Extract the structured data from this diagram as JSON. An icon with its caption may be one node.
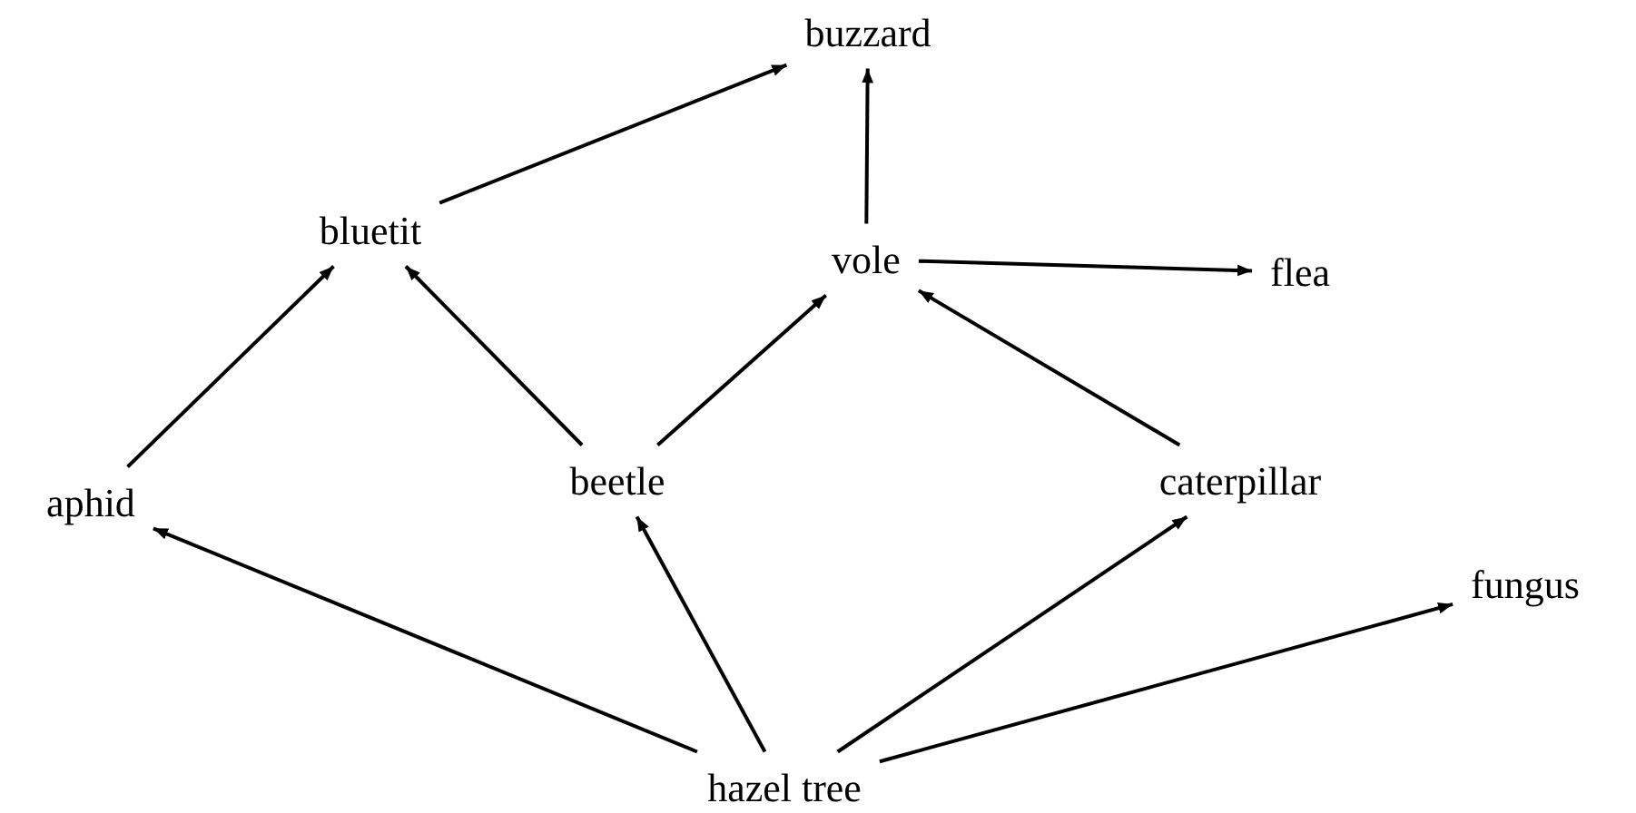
{
  "diagram": {
    "nodes": [
      {
        "text": [
          "buzzard"
        ]
      },
      {
        "text": [
          "bluetit"
        ]
      },
      {
        "text": [
          "vole"
        ]
      },
      {
        "text": [
          "flea"
        ]
      },
      {
        "text": [
          "aphid"
        ]
      },
      {
        "text": [
          "beetle"
        ]
      },
      {
        "text": [
          "caterpillar"
        ]
      },
      {
        "text": [
          "fungus"
        ]
      },
      {
        "text": [
          "hazel tree"
        ]
      }
    ],
    "edges": [
      {
        "from": 1,
        "to": 0,
        "arrow": "to"
      },
      {
        "from": 2,
        "to": 0,
        "arrow": "to"
      },
      {
        "from": 2,
        "to": 3,
        "arrow": "to"
      },
      {
        "from": 4,
        "to": 1,
        "arrow": "to"
      },
      {
        "from": 5,
        "to": 1,
        "arrow": "to"
      },
      {
        "from": 5,
        "to": 2,
        "arrow": "to"
      },
      {
        "from": 6,
        "to": 2,
        "arrow": "to"
      },
      {
        "from": 8,
        "to": 4,
        "arrow": "to"
      },
      {
        "from": 8,
        "to": 5,
        "arrow": "to"
      },
      {
        "from": 8,
        "to": 6,
        "arrow": "to"
      },
      {
        "from": 8,
        "to": 7,
        "arrow": "to"
      }
    ]
  }
}
